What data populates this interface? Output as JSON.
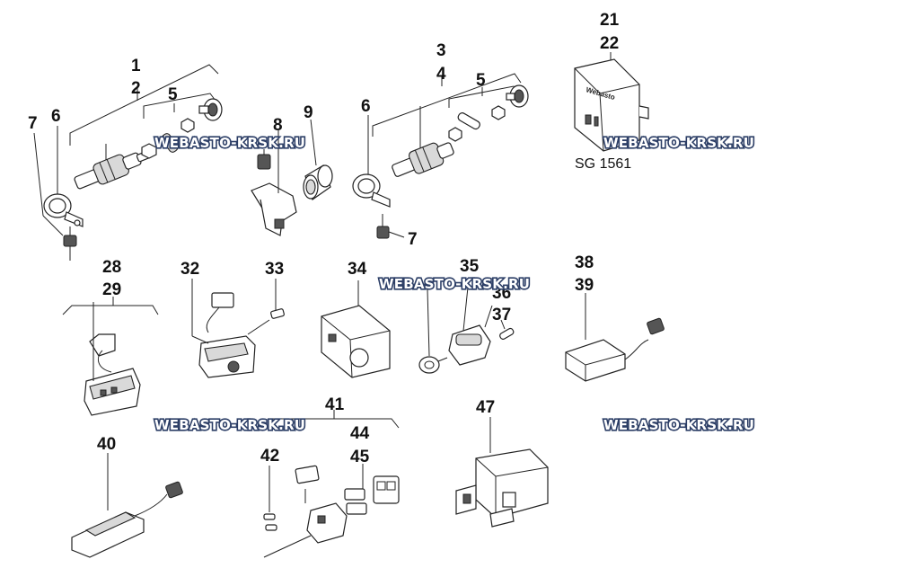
{
  "diagram": {
    "part_numbers": {
      "p1": "1",
      "p2": "2",
      "p3": "3",
      "p4": "4",
      "p5a": "5",
      "p5b": "5",
      "p6a": "6",
      "p6b": "6",
      "p7a": "7",
      "p7b": "7",
      "p8": "8",
      "p9": "9",
      "p21": "21",
      "p22": "22",
      "p28": "28",
      "p29": "29",
      "p32": "32",
      "p33": "33",
      "p34": "34",
      "p35": "35",
      "p36": "36",
      "p37": "37",
      "p38": "38",
      "p39": "39",
      "p40": "40",
      "p41": "41",
      "p42": "42",
      "p44": "44",
      "p45": "45",
      "p47": "47"
    },
    "control_unit_label": "SG 1561",
    "brand_on_unit": "Webasto",
    "watermark": "WEBASTO-KRSK.RU"
  }
}
